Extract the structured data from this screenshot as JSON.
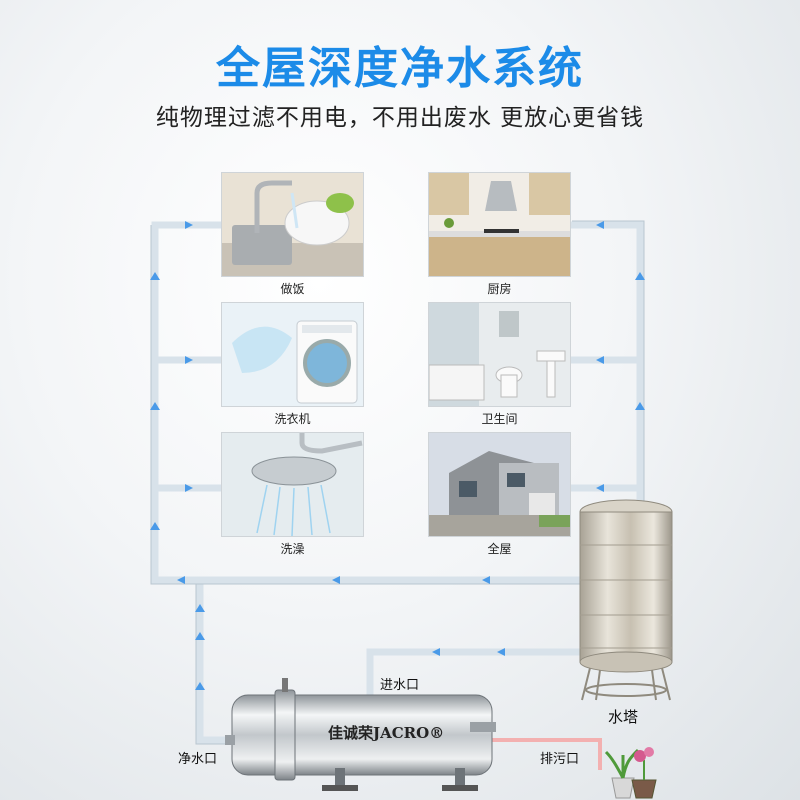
{
  "header": {
    "title": "全屋深度净水系统",
    "subtitle": "纯物理过滤不用电，不用出废水 更放心更省钱"
  },
  "rooms": [
    {
      "label": "做饭",
      "icon": "cooking-photo"
    },
    {
      "label": "厨房",
      "icon": "kitchen-photo"
    },
    {
      "label": "洗衣机",
      "icon": "washing-machine-photo"
    },
    {
      "label": "卫生间",
      "icon": "bathroom-photo"
    },
    {
      "label": "洗澡",
      "icon": "shower-photo"
    },
    {
      "label": "全屋",
      "icon": "house-photo"
    }
  ],
  "equipment": {
    "filter_brand": "佳诚荣JACRO®",
    "inlet_label": "进水口",
    "outlet_label": "净水口",
    "drain_label": "排污口",
    "tank_label": "水塔"
  },
  "colors": {
    "title": "#1c8be8",
    "pipe": "#d8e2ea",
    "arrow": "#4a9ae8",
    "drain_pipe": "#f3b0b0"
  }
}
